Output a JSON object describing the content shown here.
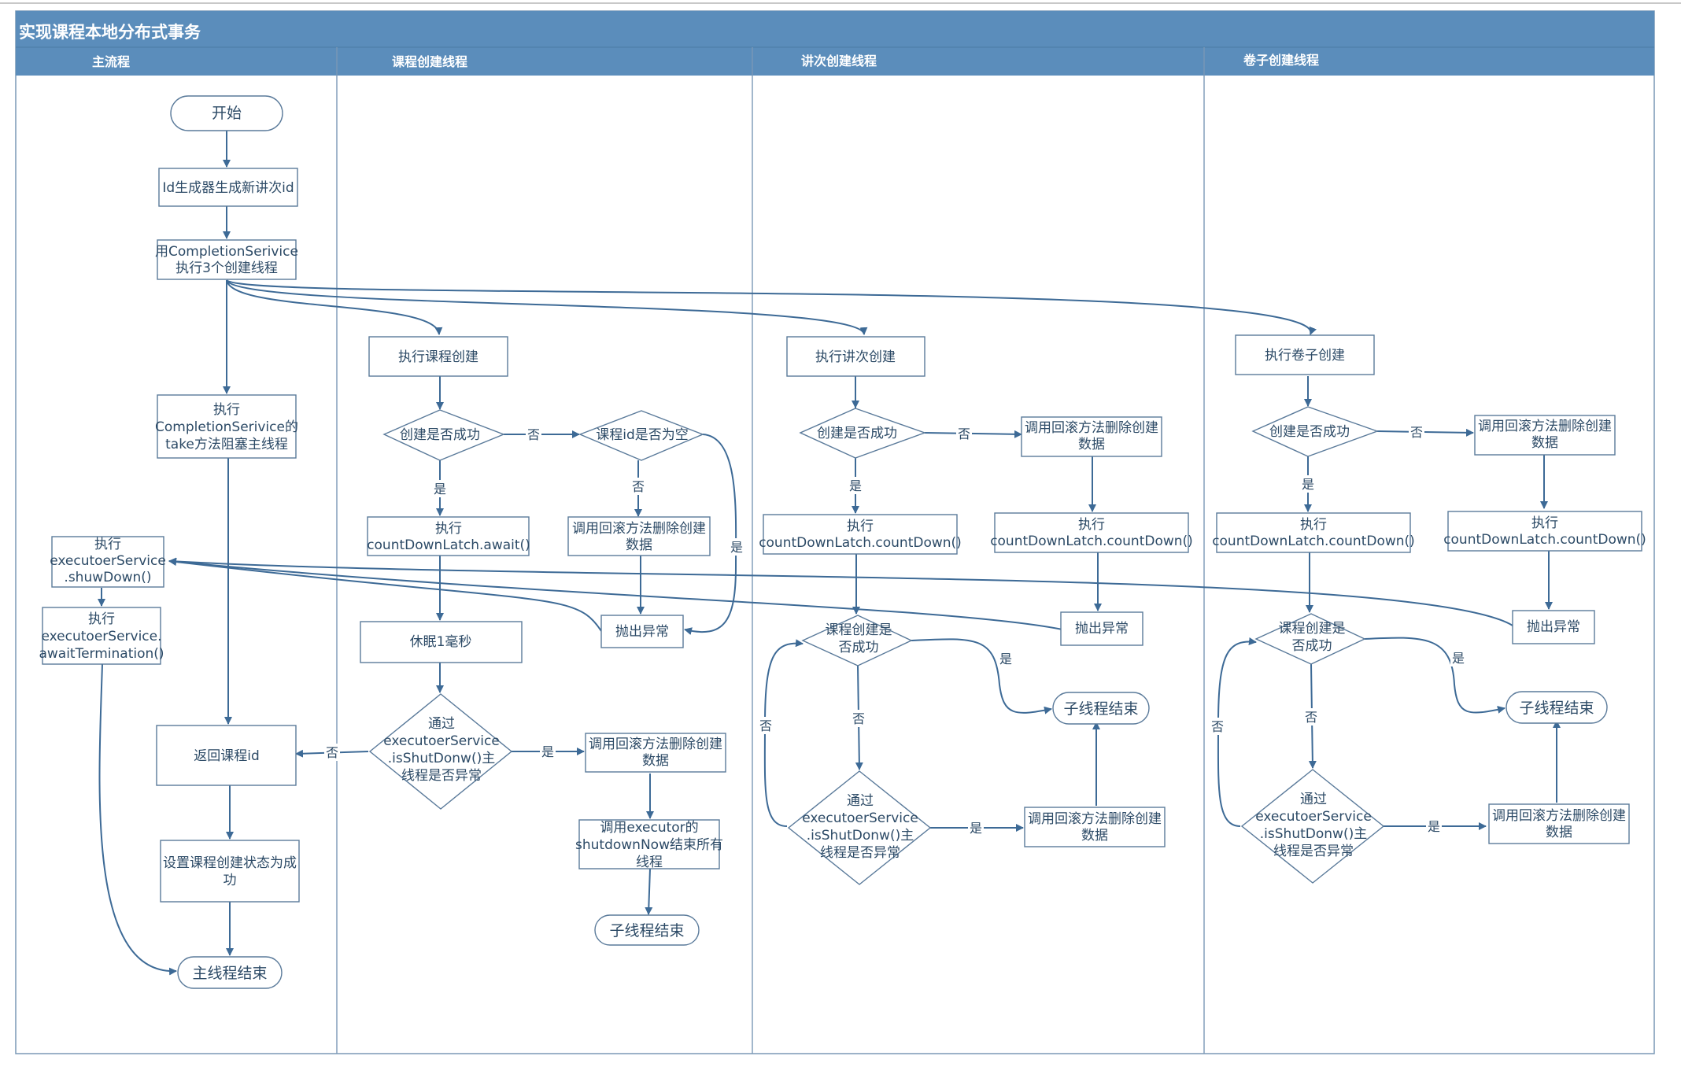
{
  "title": "实现课程本地分布式事务",
  "lanes": [
    "主流程",
    "课程创建线程",
    "讲次创建线程",
    "卷子创建线程"
  ],
  "main": {
    "start": "开始",
    "gen_id": "Id生成器生成新讲次id",
    "run_threads": [
      "用CompletionSerivice",
      "执行3个创建线程"
    ],
    "take_block": [
      "执行",
      "CompletionSerivice的",
      "take方法阻塞主线程"
    ],
    "shutdown": [
      "执行",
      "executoerService",
      ".shuwDown()"
    ],
    "await_term": [
      "执行",
      "executoerService.",
      "awaitTermination()"
    ],
    "return_id": "返回课程id",
    "set_status": [
      "设置课程创建状态为成",
      "功"
    ],
    "main_end": "主线程结束"
  },
  "course": {
    "exec": "执行课程创建",
    "ok_q": "创建是否成功",
    "id_empty_q": "课程id是否为空",
    "rollback": [
      "调用回滚方法删除创建",
      "数据"
    ],
    "await": [
      "执行",
      "countDownLatch.await()"
    ],
    "throw": "抛出异常",
    "sleep": "休眠1毫秒",
    "shutdown_q": [
      "通过",
      "executoerService",
      ".isShutDonw()主",
      "线程是否异常"
    ],
    "rollback2": [
      "调用回滚方法删除创建",
      "数据"
    ],
    "shutdown_now": [
      "调用executor的",
      "shutdownNow结束所有",
      "线程"
    ],
    "end": "子线程结束"
  },
  "lecture": {
    "exec": "执行讲次创建",
    "ok_q": "创建是否成功",
    "rollback": [
      "调用回滚方法删除创建",
      "数据"
    ],
    "countdown": [
      "执行",
      "countDownLatch.countDown()"
    ],
    "countdown2": [
      "执行",
      "countDownLatch.countDown()"
    ],
    "throw": "抛出异常",
    "course_ok_q": [
      "课程创建是",
      "否成功"
    ],
    "end": "子线程结束",
    "shutdown_q": [
      "通过",
      "executoerService",
      ".isShutDonw()主",
      "线程是否异常"
    ],
    "rollback2": [
      "调用回滚方法删除创建",
      "数据"
    ]
  },
  "paper": {
    "exec": "执行卷子创建",
    "ok_q": "创建是否成功",
    "rollback": [
      "调用回滚方法删除创建",
      "数据"
    ],
    "countdown": [
      "执行",
      "countDownLatch.countDown()"
    ],
    "countdown2": [
      "执行",
      "countDownLatch.countDown()"
    ],
    "throw": "抛出异常",
    "course_ok_q": [
      "课程创建是",
      "否成功"
    ],
    "end": "子线程结束",
    "shutdown_q": [
      "通过",
      "executoerService",
      ".isShutDonw()主",
      "线程是否异常"
    ],
    "rollback2": [
      "调用回滚方法删除创建",
      "数据"
    ]
  },
  "labels": {
    "yes": "是",
    "no": "否"
  },
  "colors": {
    "header": "#5b8dbb",
    "lane_header": "#5b8dbb",
    "edge": "#3d6a96",
    "node_border": "#5a7a9a",
    "text": "#2c4a66"
  }
}
